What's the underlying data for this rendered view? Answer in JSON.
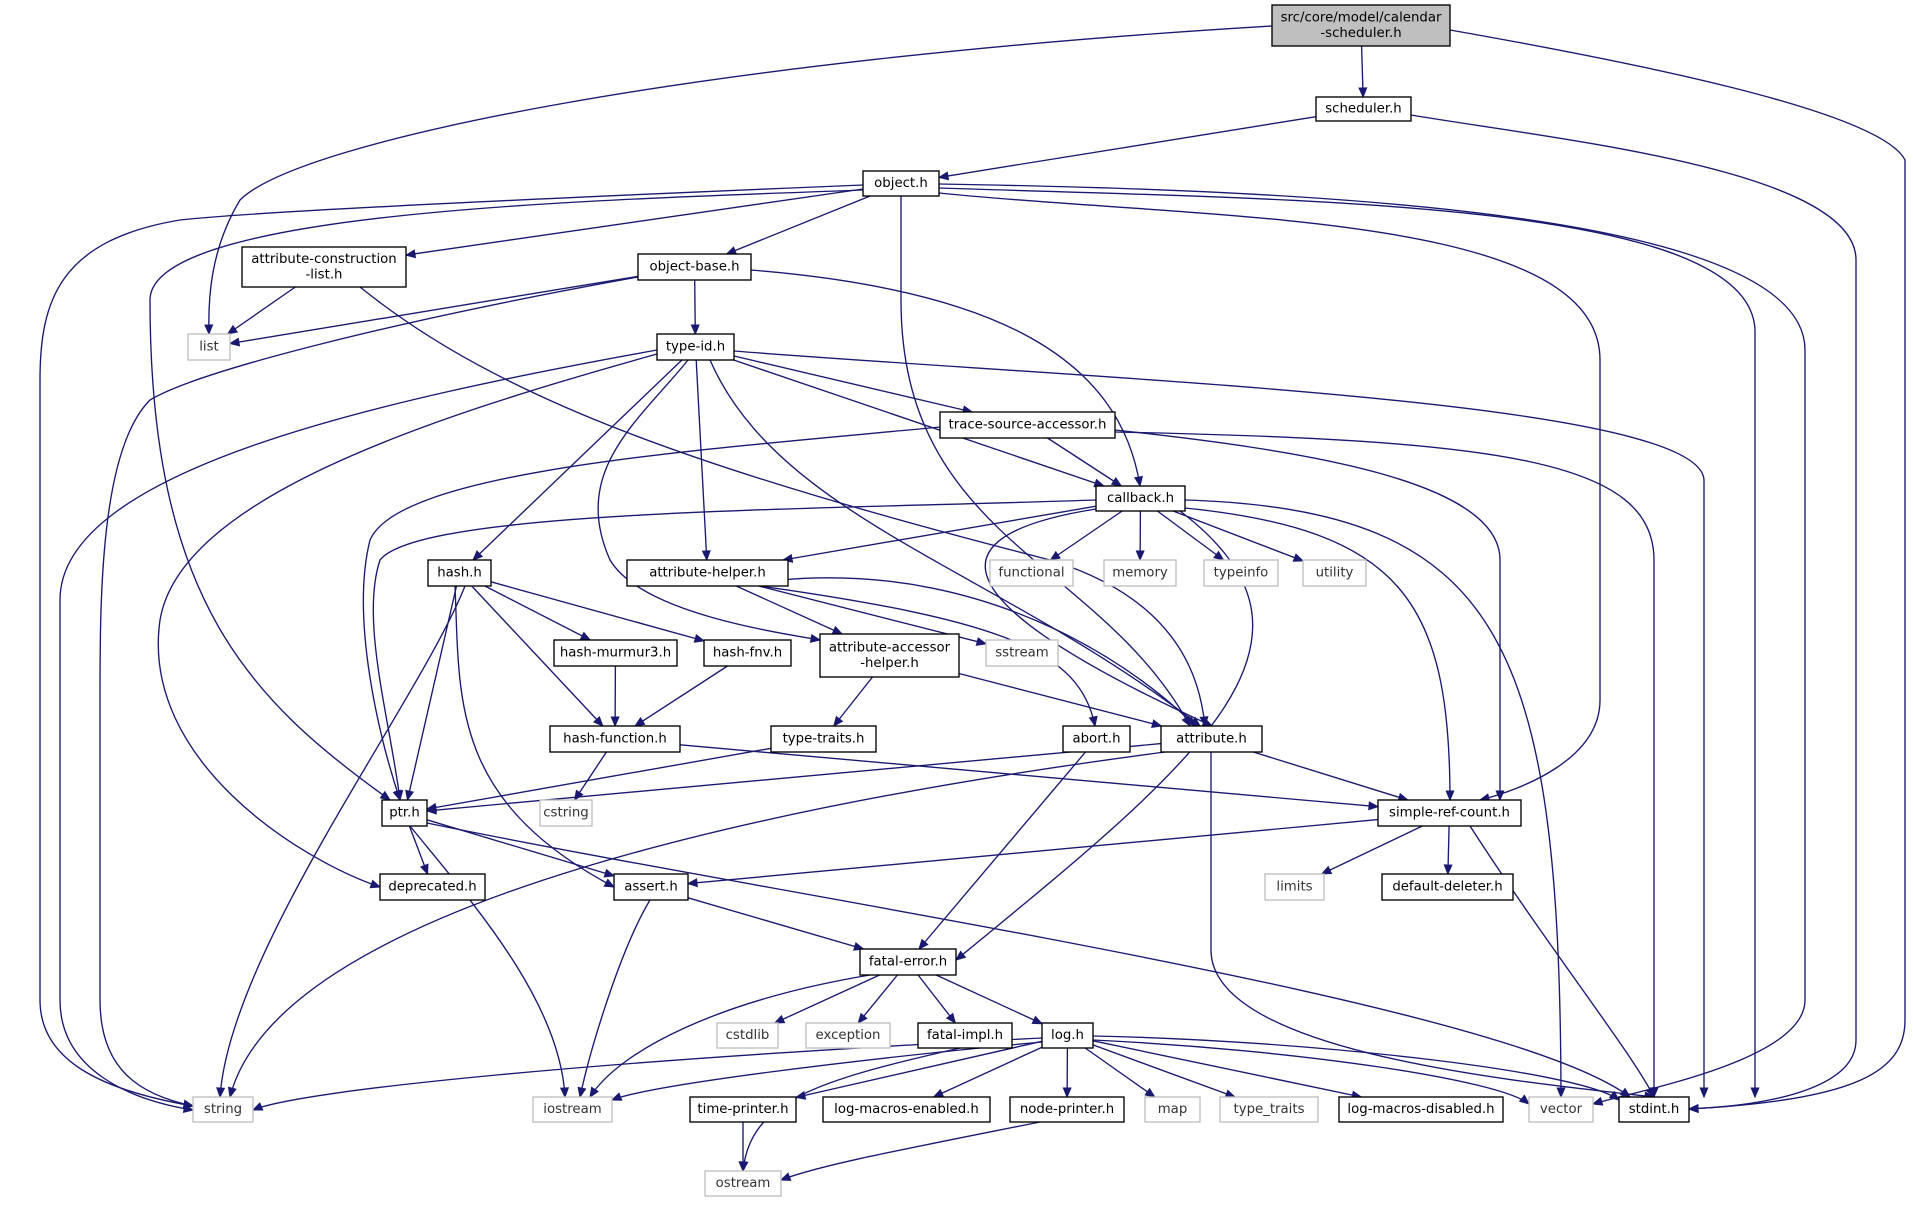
{
  "diagram": {
    "nodes": [
      {
        "id": "root",
        "label": "src/core/model/calendar\n-scheduler.h",
        "kind": "root"
      },
      {
        "id": "scheduler",
        "label": "scheduler.h",
        "kind": "header"
      },
      {
        "id": "object",
        "label": "object.h",
        "kind": "header"
      },
      {
        "id": "acl",
        "label": "attribute-construction\n-list.h",
        "kind": "header"
      },
      {
        "id": "objbase",
        "label": "object-base.h",
        "kind": "header"
      },
      {
        "id": "list",
        "label": "list",
        "kind": "system"
      },
      {
        "id": "typeid",
        "label": "type-id.h",
        "kind": "header"
      },
      {
        "id": "tsa",
        "label": "trace-source-accessor.h",
        "kind": "header"
      },
      {
        "id": "callback",
        "label": "callback.h",
        "kind": "header"
      },
      {
        "id": "hash",
        "label": "hash.h",
        "kind": "header"
      },
      {
        "id": "ahelper",
        "label": "attribute-helper.h",
        "kind": "header"
      },
      {
        "id": "functional",
        "label": "functional",
        "kind": "system"
      },
      {
        "id": "memory",
        "label": "memory",
        "kind": "system"
      },
      {
        "id": "typeinfo",
        "label": "typeinfo",
        "kind": "system"
      },
      {
        "id": "utility",
        "label": "utility",
        "kind": "system"
      },
      {
        "id": "murmur",
        "label": "hash-murmur3.h",
        "kind": "header"
      },
      {
        "id": "fnv",
        "label": "hash-fnv.h",
        "kind": "header"
      },
      {
        "id": "aah",
        "label": "attribute-accessor\n-helper.h",
        "kind": "header"
      },
      {
        "id": "sstream",
        "label": "sstream",
        "kind": "system"
      },
      {
        "id": "hfunc",
        "label": "hash-function.h",
        "kind": "header"
      },
      {
        "id": "traits",
        "label": "type-traits.h",
        "kind": "header"
      },
      {
        "id": "abort",
        "label": "abort.h",
        "kind": "header"
      },
      {
        "id": "attribute",
        "label": "attribute.h",
        "kind": "header"
      },
      {
        "id": "ptr",
        "label": "ptr.h",
        "kind": "header"
      },
      {
        "id": "cstring",
        "label": "cstring",
        "kind": "system"
      },
      {
        "id": "src",
        "label": "simple-ref-count.h",
        "kind": "header"
      },
      {
        "id": "deprecated",
        "label": "deprecated.h",
        "kind": "header"
      },
      {
        "id": "assert",
        "label": "assert.h",
        "kind": "header"
      },
      {
        "id": "limits",
        "label": "limits",
        "kind": "system"
      },
      {
        "id": "deleter",
        "label": "default-deleter.h",
        "kind": "header"
      },
      {
        "id": "fatal",
        "label": "fatal-error.h",
        "kind": "header"
      },
      {
        "id": "cstdlib",
        "label": "cstdlib",
        "kind": "system"
      },
      {
        "id": "exception",
        "label": "exception",
        "kind": "system"
      },
      {
        "id": "fimpl",
        "label": "fatal-impl.h",
        "kind": "header"
      },
      {
        "id": "log",
        "label": "log.h",
        "kind": "header"
      },
      {
        "id": "string",
        "label": "string",
        "kind": "system"
      },
      {
        "id": "iostream",
        "label": "iostream",
        "kind": "system"
      },
      {
        "id": "tprinter",
        "label": "time-printer.h",
        "kind": "header"
      },
      {
        "id": "lme",
        "label": "log-macros-enabled.h",
        "kind": "header"
      },
      {
        "id": "nprinter",
        "label": "node-printer.h",
        "kind": "header"
      },
      {
        "id": "map",
        "label": "map",
        "kind": "system"
      },
      {
        "id": "type_traits",
        "label": "type_traits",
        "kind": "system"
      },
      {
        "id": "lmd",
        "label": "log-macros-disabled.h",
        "kind": "header"
      },
      {
        "id": "vector",
        "label": "vector",
        "kind": "system"
      },
      {
        "id": "stdint",
        "label": "stdint.h",
        "kind": "header"
      },
      {
        "id": "ostream",
        "label": "ostream",
        "kind": "system"
      }
    ],
    "edges": [
      [
        "root",
        "scheduler"
      ],
      [
        "root",
        "list"
      ],
      [
        "root",
        "stdint"
      ],
      [
        "scheduler",
        "object"
      ],
      [
        "scheduler",
        "stdint"
      ],
      [
        "object",
        "acl"
      ],
      [
        "object",
        "objbase"
      ],
      [
        "object",
        "ptr"
      ],
      [
        "object",
        "string"
      ],
      [
        "object",
        "attribute"
      ],
      [
        "object",
        "src"
      ],
      [
        "object",
        "vector"
      ],
      [
        "object",
        "stdint"
      ],
      [
        "acl",
        "list"
      ],
      [
        "acl",
        "attribute"
      ],
      [
        "objbase",
        "list"
      ],
      [
        "objbase",
        "typeid"
      ],
      [
        "objbase",
        "string"
      ],
      [
        "objbase",
        "callback"
      ],
      [
        "typeid",
        "tsa"
      ],
      [
        "typeid",
        "callback"
      ],
      [
        "typeid",
        "hash"
      ],
      [
        "typeid",
        "ahelper"
      ],
      [
        "typeid",
        "aah"
      ],
      [
        "typeid",
        "attribute"
      ],
      [
        "typeid",
        "deprecated"
      ],
      [
        "typeid",
        "string"
      ],
      [
        "typeid",
        "stdint"
      ],
      [
        "tsa",
        "callback"
      ],
      [
        "tsa",
        "ptr"
      ],
      [
        "tsa",
        "src"
      ],
      [
        "tsa",
        "stdint"
      ],
      [
        "callback",
        "ahelper"
      ],
      [
        "callback",
        "functional"
      ],
      [
        "callback",
        "memory"
      ],
      [
        "callback",
        "typeinfo"
      ],
      [
        "callback",
        "utility"
      ],
      [
        "callback",
        "ptr"
      ],
      [
        "callback",
        "attribute"
      ],
      [
        "callback",
        "fatal"
      ],
      [
        "callback",
        "src"
      ],
      [
        "callback",
        "vector"
      ],
      [
        "hash",
        "murmur"
      ],
      [
        "hash",
        "fnv"
      ],
      [
        "hash",
        "hfunc"
      ],
      [
        "hash",
        "ptr"
      ],
      [
        "hash",
        "assert"
      ],
      [
        "hash",
        "string"
      ],
      [
        "ahelper",
        "aah"
      ],
      [
        "ahelper",
        "sstream"
      ],
      [
        "ahelper",
        "abort"
      ],
      [
        "ahelper",
        "attribute"
      ],
      [
        "murmur",
        "hfunc"
      ],
      [
        "fnv",
        "hfunc"
      ],
      [
        "aah",
        "traits"
      ],
      [
        "aah",
        "attribute"
      ],
      [
        "hfunc",
        "cstring"
      ],
      [
        "hfunc",
        "src"
      ],
      [
        "traits",
        "ptr"
      ],
      [
        "abort",
        "fatal"
      ],
      [
        "attribute",
        "ptr"
      ],
      [
        "attribute",
        "src"
      ],
      [
        "attribute",
        "string"
      ],
      [
        "attribute",
        "stdint"
      ],
      [
        "ptr",
        "deprecated"
      ],
      [
        "ptr",
        "assert"
      ],
      [
        "ptr",
        "iostream"
      ],
      [
        "ptr",
        "stdint"
      ],
      [
        "src",
        "assert"
      ],
      [
        "src",
        "limits"
      ],
      [
        "src",
        "deleter"
      ],
      [
        "src",
        "stdint"
      ],
      [
        "assert",
        "fatal"
      ],
      [
        "assert",
        "iostream"
      ],
      [
        "fatal",
        "cstdlib"
      ],
      [
        "fatal",
        "exception"
      ],
      [
        "fatal",
        "fimpl"
      ],
      [
        "fatal",
        "log"
      ],
      [
        "fatal",
        "iostream"
      ],
      [
        "fimpl",
        "ostream"
      ],
      [
        "log",
        "string"
      ],
      [
        "log",
        "iostream"
      ],
      [
        "log",
        "tprinter"
      ],
      [
        "log",
        "lme"
      ],
      [
        "log",
        "nprinter"
      ],
      [
        "log",
        "map"
      ],
      [
        "log",
        "type_traits"
      ],
      [
        "log",
        "lmd"
      ],
      [
        "log",
        "vector"
      ],
      [
        "log",
        "stdint"
      ],
      [
        "tprinter",
        "ostream"
      ],
      [
        "nprinter",
        "ostream"
      ]
    ]
  }
}
